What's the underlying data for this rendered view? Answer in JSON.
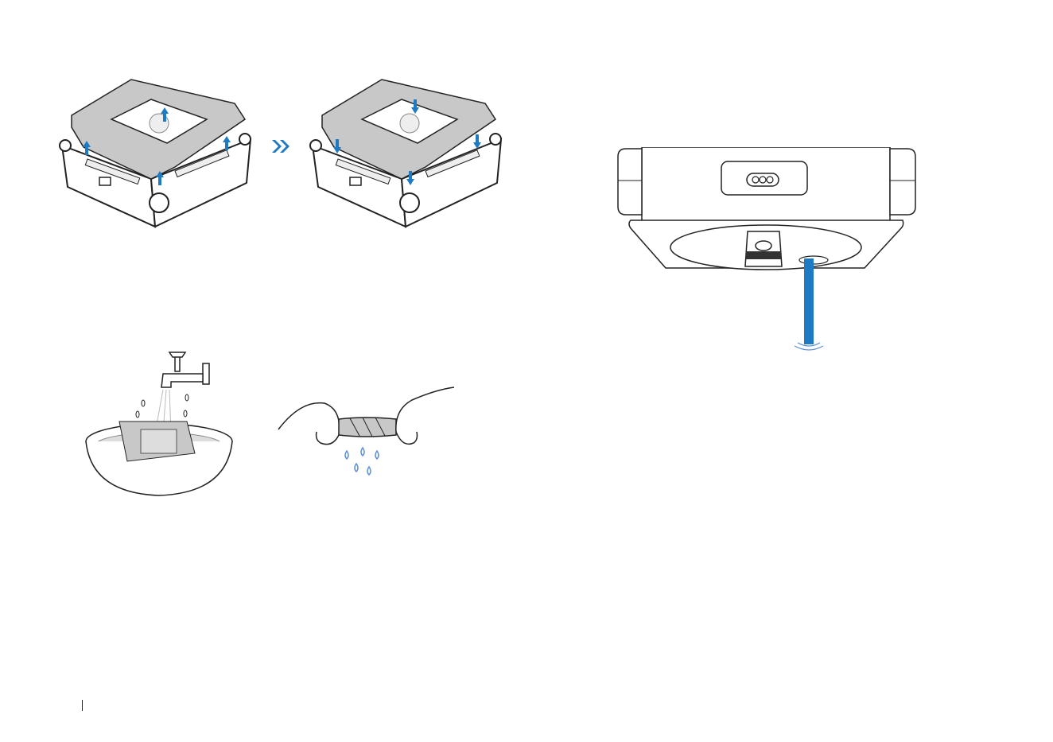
{
  "page": {
    "background": "#ffffff"
  },
  "colors": {
    "accent": "#1f7ac4",
    "line": "#222222",
    "pad_fill": "#c8c8c8",
    "water": "#5b8fd6"
  },
  "illustrations": [
    {
      "id": "remove-pad",
      "icons": [
        "pad-remove-illustration",
        "arrow-up-icon"
      ]
    },
    {
      "id": "next-step",
      "icons": [
        "double-chevron-right-icon"
      ]
    },
    {
      "id": "attach-pad",
      "icons": [
        "pad-attach-illustration",
        "arrow-down-icon"
      ]
    },
    {
      "id": "wash-pad",
      "icons": [
        "faucet-icon",
        "bowl-icon"
      ]
    },
    {
      "id": "wring-pad",
      "icons": [
        "hands-wringing-icon",
        "water-drops-icon"
      ]
    },
    {
      "id": "robot-underside",
      "icons": [
        "robot-bottom-icon",
        "water-stream-icon"
      ]
    }
  ]
}
